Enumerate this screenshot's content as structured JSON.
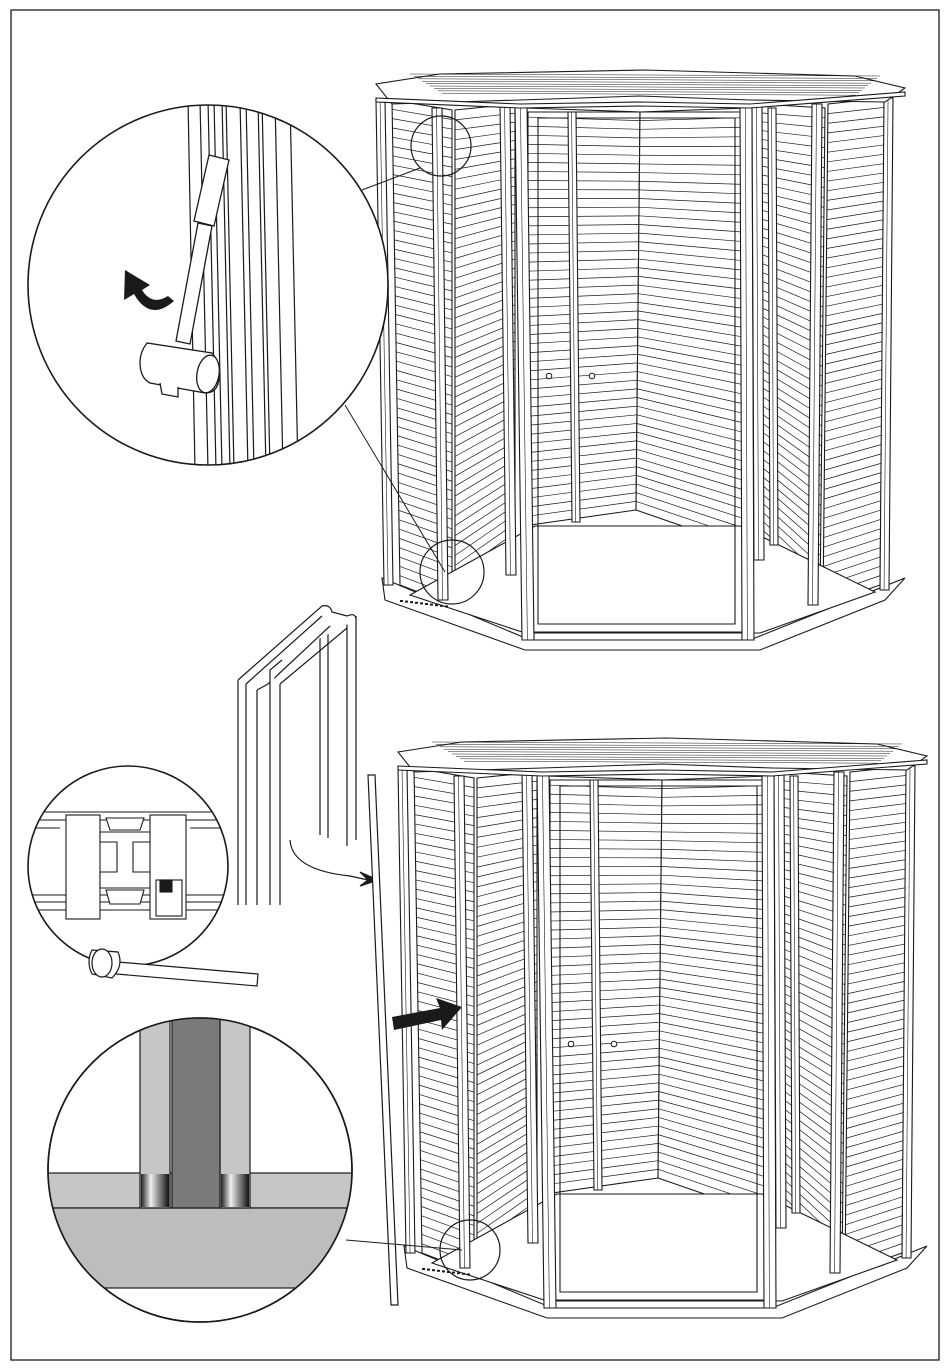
{
  "document": {
    "kind": "assembly-instruction-sheet",
    "text_labels": []
  },
  "steps": [
    {
      "id": "step-top",
      "tool": "mallet-icon",
      "action": "rotate-arrow-icon",
      "detail_callouts": 2
    },
    {
      "id": "step-bottom",
      "part": "corner-trim-strip",
      "tool": "mallet-icon",
      "action": "push-arrow-icon",
      "detail_callouts": 2
    }
  ],
  "colors": {
    "line": "#1a1a1a",
    "panel": "#ffffff",
    "detail_light": "#c6c6c6",
    "detail_dark": "#7a7a7a",
    "detail_floor": "#bdbdbd"
  }
}
